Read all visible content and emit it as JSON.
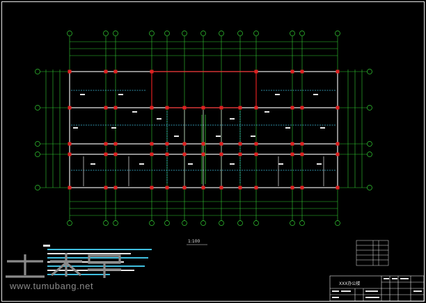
{
  "watermark": {
    "site_url": "www.tumubang.net",
    "logo_glyphs": "土木帮"
  },
  "plan": {
    "scale_label": "1:100"
  },
  "title_block": {
    "project_name": "XXX办公楼"
  },
  "colors": {
    "background": "#000000",
    "axis_lines": "#33cc33",
    "dimension_lines": "#33cc33",
    "walls": "#e8e8e8",
    "beams_red": "#e02020",
    "columns": "#e02020",
    "cyan_details": "#40c0e0",
    "yellow_text": "#d8d040",
    "watermark": "#8a8a8a"
  }
}
